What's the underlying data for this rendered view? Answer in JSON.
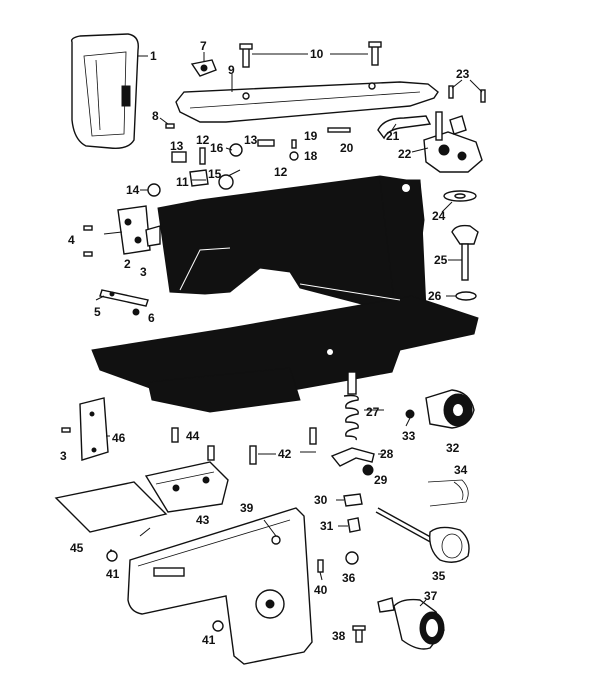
{
  "callouts": {
    "c1": "1",
    "c2": "2",
    "c3a": "3",
    "c3b": "3",
    "c4": "4",
    "c5": "5",
    "c6": "6",
    "c7": "7",
    "c8": "8",
    "c9": "9",
    "c10": "10",
    "c11": "11",
    "c12a": "12",
    "c12b": "12",
    "c13a": "13",
    "c13b": "13",
    "c14": "14",
    "c15": "15",
    "c16": "16",
    "c18": "18",
    "c19": "19",
    "c20": "20",
    "c21": "21",
    "c22": "22",
    "c23": "23",
    "c24": "24",
    "c25": "25",
    "c26": "26",
    "c27": "27",
    "c28": "28",
    "c29": "29",
    "c30": "30",
    "c31": "31",
    "c32": "32",
    "c33": "33",
    "c34": "34",
    "c35": "35",
    "c36": "36",
    "c37": "37",
    "c38": "38",
    "c39": "39",
    "c40": "40",
    "c41a": "41",
    "c41b": "41",
    "c42": "42",
    "c43": "43",
    "c44": "44",
    "c45": "45",
    "c46": "46"
  }
}
